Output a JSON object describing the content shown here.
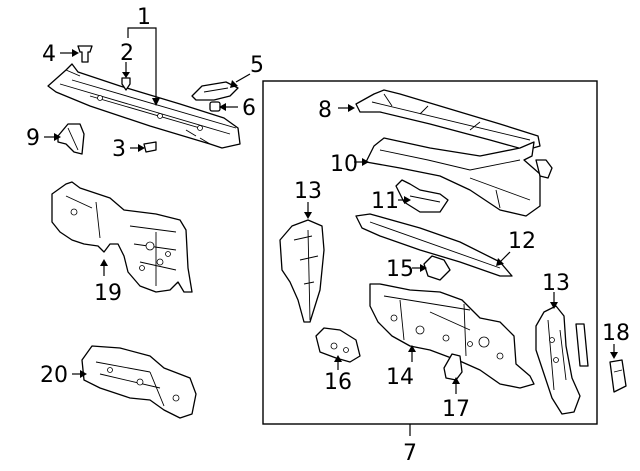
{
  "diagram": {
    "callouts": [
      "1",
      "2",
      "3",
      "4",
      "5",
      "6",
      "7",
      "8",
      "9",
      "10",
      "11",
      "12",
      "13",
      "13",
      "14",
      "15",
      "16",
      "17",
      "18",
      "19",
      "20"
    ]
  }
}
